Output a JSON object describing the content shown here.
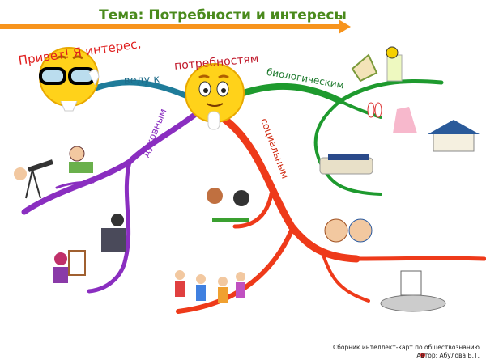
{
  "title": "Тема: Потребности и интересы",
  "greeting": "Привет! Я интерес,",
  "center_label": "потребностям",
  "branches": {
    "blue": "веду к",
    "green": "биологическим",
    "red": "социальным",
    "purple": "духовным"
  },
  "footer": {
    "collection": "Сборник интеллект-карт по обществознанию",
    "author": "Автор: Абулова Б.Т.",
    "copyright_icon": "copyright-icon"
  },
  "colors": {
    "title": "#4a8a1c",
    "arrow": "#f7941d",
    "blue": "#1f7c9a",
    "green": "#1e9a2e",
    "red": "#ee3a1a",
    "purple": "#8a2ec0",
    "greeting": "#e02020",
    "face": "#ffd21a"
  }
}
